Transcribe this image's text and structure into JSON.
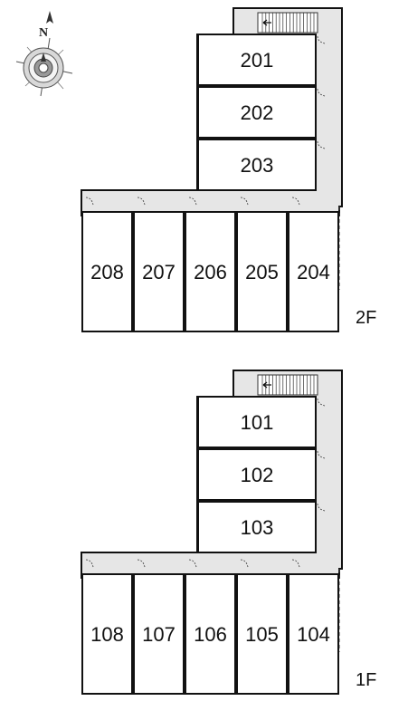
{
  "compass": {
    "north_label": "N",
    "icon": "compass-icon"
  },
  "floors": [
    {
      "id": "2f",
      "label": "2F",
      "right_rooms": [
        "201",
        "202",
        "203"
      ],
      "bottom_rooms": [
        "208",
        "207",
        "206",
        "205",
        "204"
      ]
    },
    {
      "id": "1f",
      "label": "1F",
      "right_rooms": [
        "101",
        "102",
        "103"
      ],
      "bottom_rooms": [
        "108",
        "107",
        "106",
        "105",
        "104"
      ]
    }
  ],
  "colors": {
    "corridor": "#e6e6e6",
    "wall": "#111111",
    "room": "#ffffff"
  }
}
